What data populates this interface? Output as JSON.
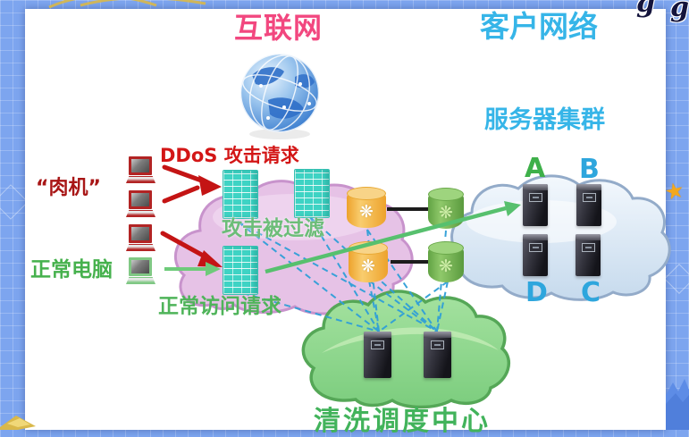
{
  "titles": {
    "internet": "互联网",
    "customer_network": "客户网络",
    "server_cluster": "服务器集群",
    "cleaning_center": "清洗调度中心"
  },
  "labels": {
    "zombie_machines": "“肉机”",
    "normal_pc": "正常电脑",
    "ddos_request": "DDoS 攻击请求",
    "attack_filtered": "攻击被过滤",
    "normal_request": "正常访问请求"
  },
  "servers": {
    "top_left": "A",
    "top_right": "B",
    "bottom_left": "D",
    "bottom_right": "C"
  },
  "icons": {
    "router_glyph": "❋",
    "star_glyph": "★"
  },
  "decor": {
    "corner_glyphs": [
      "g",
      "g"
    ]
  },
  "colors": {
    "internet_title_pink": "#f2477f",
    "customer_title_cyan": "#36b5e8",
    "attack_red": "#c41414",
    "normal_green": "#4fb45a",
    "server_a_green": "#3eb04a",
    "firewall_teal": "#3ed3c4",
    "dashed_link_blue": "#2f9fd8",
    "internet_cloud_pink": "#e6c2e6",
    "customer_cloud_blue": "#dcebf8",
    "cleaning_cloud_green": "#8fd88f",
    "background_blue": "#7da5ef"
  }
}
